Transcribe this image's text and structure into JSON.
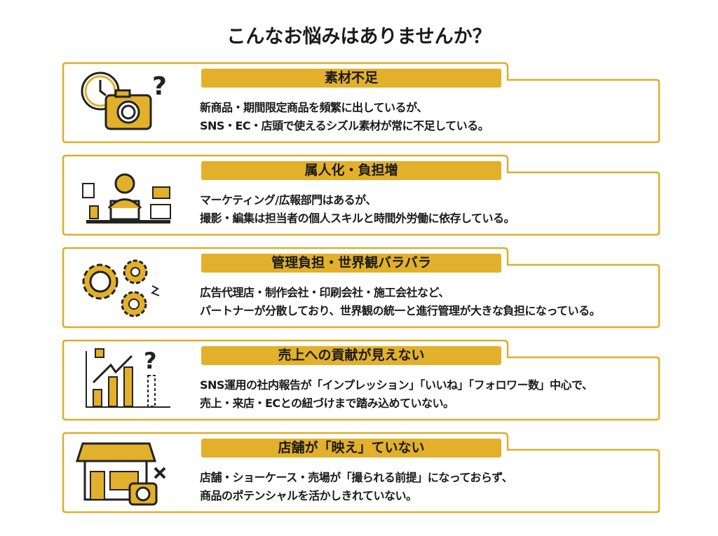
{
  "title": "こんなお悩みはありませんか？",
  "colors": {
    "accent": "#e2b02a",
    "border": "#dcae2e"
  },
  "cards": [
    {
      "icon": "clock-camera-question-icon",
      "label": "素材不足",
      "lines": [
        "新商品・期間限定商品を頻繁に出しているが、",
        "SNS・EC・店頭で使えるシズル素材が常に不足している。"
      ]
    },
    {
      "icon": "stressed-worker-icon",
      "label": "属人化・負担増",
      "lines": [
        "マーケティング/広報部門はあるが、",
        "撮影・編集は担当者の個人スキルと時間外労働に依存している。"
      ]
    },
    {
      "icon": "gears-icon",
      "label": "管理負担・世界観バラバラ",
      "lines": [
        "広告代理店・制作会社・印刷会社・施工会社など、",
        "パートナーが分散しており、世界観の統一と進行管理が大きな負担になっている。"
      ]
    },
    {
      "icon": "growth-chart-question-icon",
      "label": "売上への貢献が見えない",
      "lines": [
        "SNS運用の社内報告が「インプレッション」「いいね」「フォロワー数」中心で、",
        "売上・来店・ECとの紐づけまで踏み込めていない。"
      ]
    },
    {
      "icon": "store-camera-icon",
      "label": "店舗が「映え」ていない",
      "lines": [
        "店舗・ショーケース・売場が「撮られる前提」になっておらず、",
        "商品のポテンシャルを活かしきれていない。"
      ]
    }
  ]
}
